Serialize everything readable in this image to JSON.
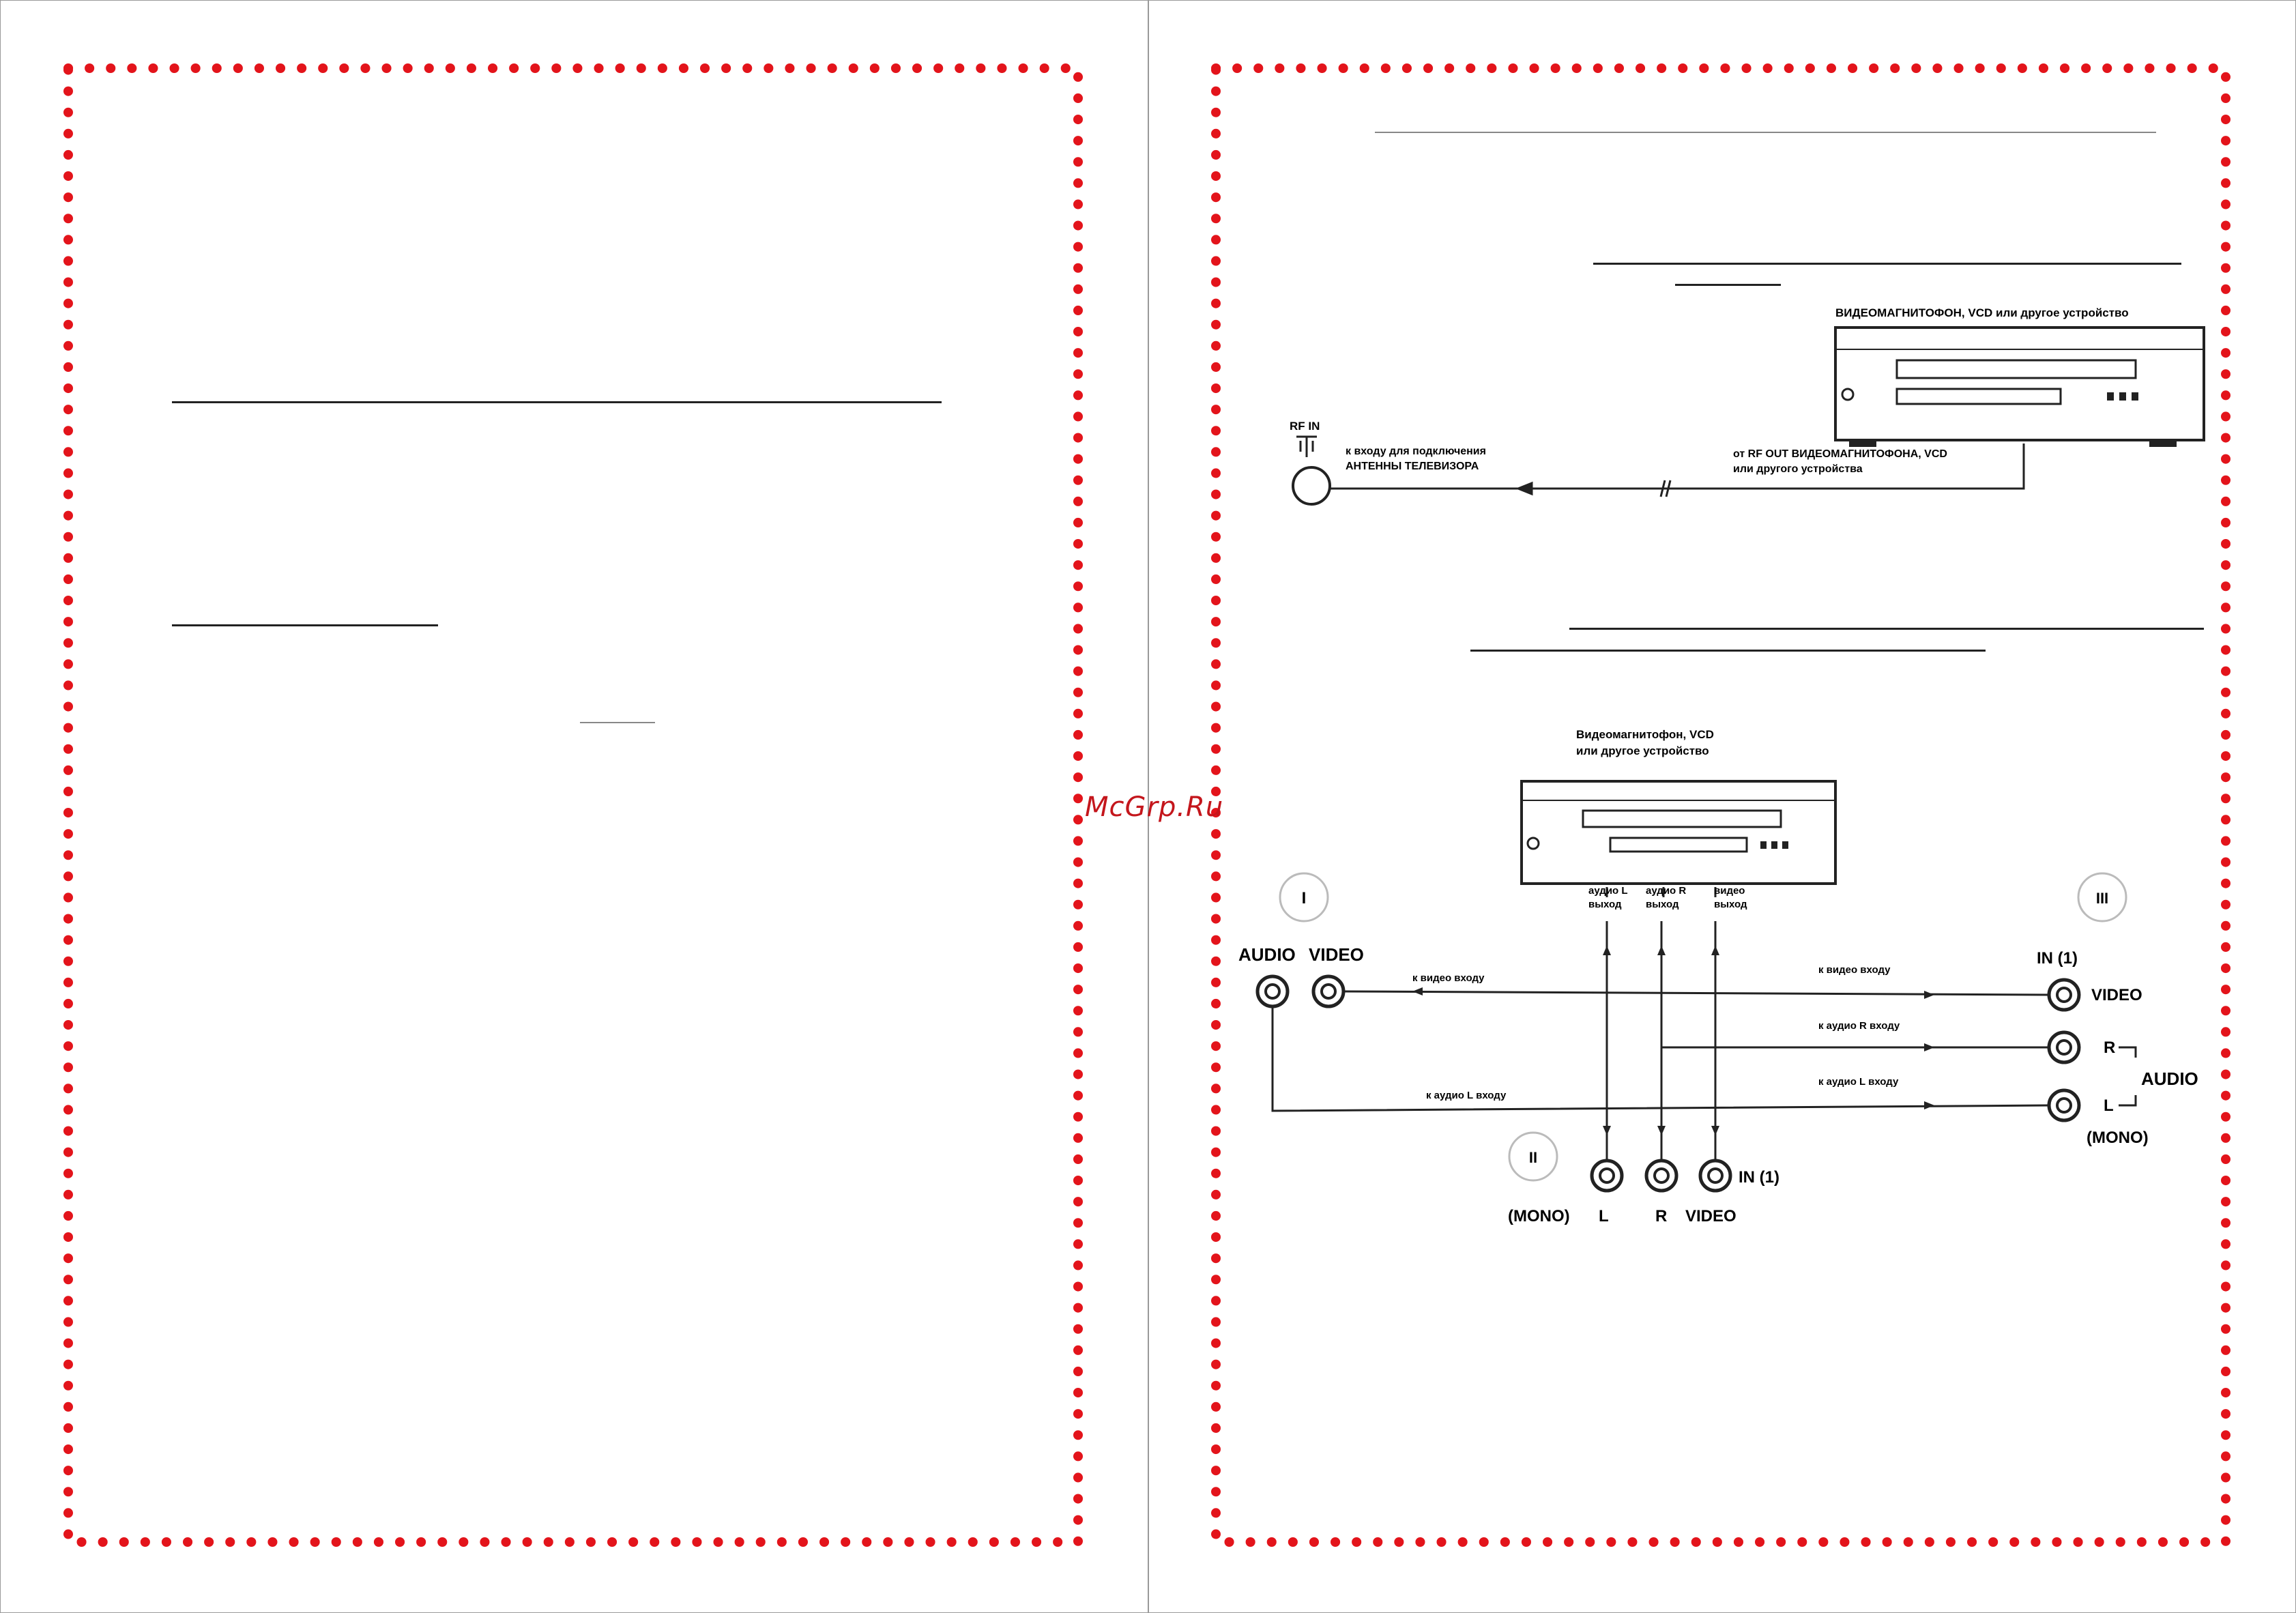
{
  "watermark": "McGrp.Ru",
  "colors": {
    "frame_dots": "#e3141b",
    "watermark": "#c4161c",
    "line": "#222222"
  },
  "rf_diagram": {
    "device_label": "ВИДЕОМАГНИТОФОН, VCD или другое устройство",
    "rf_in_label": "RF IN",
    "antenna_label_line1": "к входу для подключения",
    "antenna_label_line2": "АНТЕННЫ ТЕЛЕВИЗОРА",
    "rf_out_label_line1": "от RF OUT ВИДЕОМАГНИТОФОНА, VCD",
    "rf_out_label_line2": "или другого устройства"
  },
  "av_diagram": {
    "device_label_line1": "Видеомагнитофон, VCD",
    "device_label_line2": "или другое устройство",
    "out_audio_l": [
      "аудио L",
      "выход"
    ],
    "out_audio_r": [
      "аудио R",
      "выход"
    ],
    "out_video": [
      "видео",
      "выход"
    ],
    "marker_left": "I",
    "marker_right": "III",
    "marker_bottom": "II",
    "left_audio": "AUDIO",
    "left_video": "VIDEO",
    "to_video_in_left": "к видео входу",
    "to_audio_l_in_left": "к аудио L входу",
    "to_video_in_right": "к видео входу",
    "to_audio_r_in": "к аудио R входу",
    "to_audio_l_in_right": "к аудио L входу",
    "right_in": "IN (1)",
    "right_video": "VIDEO",
    "right_r": "R",
    "right_audio": "AUDIO",
    "right_l": "L",
    "right_mono": "(MONO)",
    "bottom_in": "IN (1)",
    "bottom_mono": "(MONO)",
    "bottom_l": "L",
    "bottom_r": "R",
    "bottom_video": "VIDEO"
  }
}
